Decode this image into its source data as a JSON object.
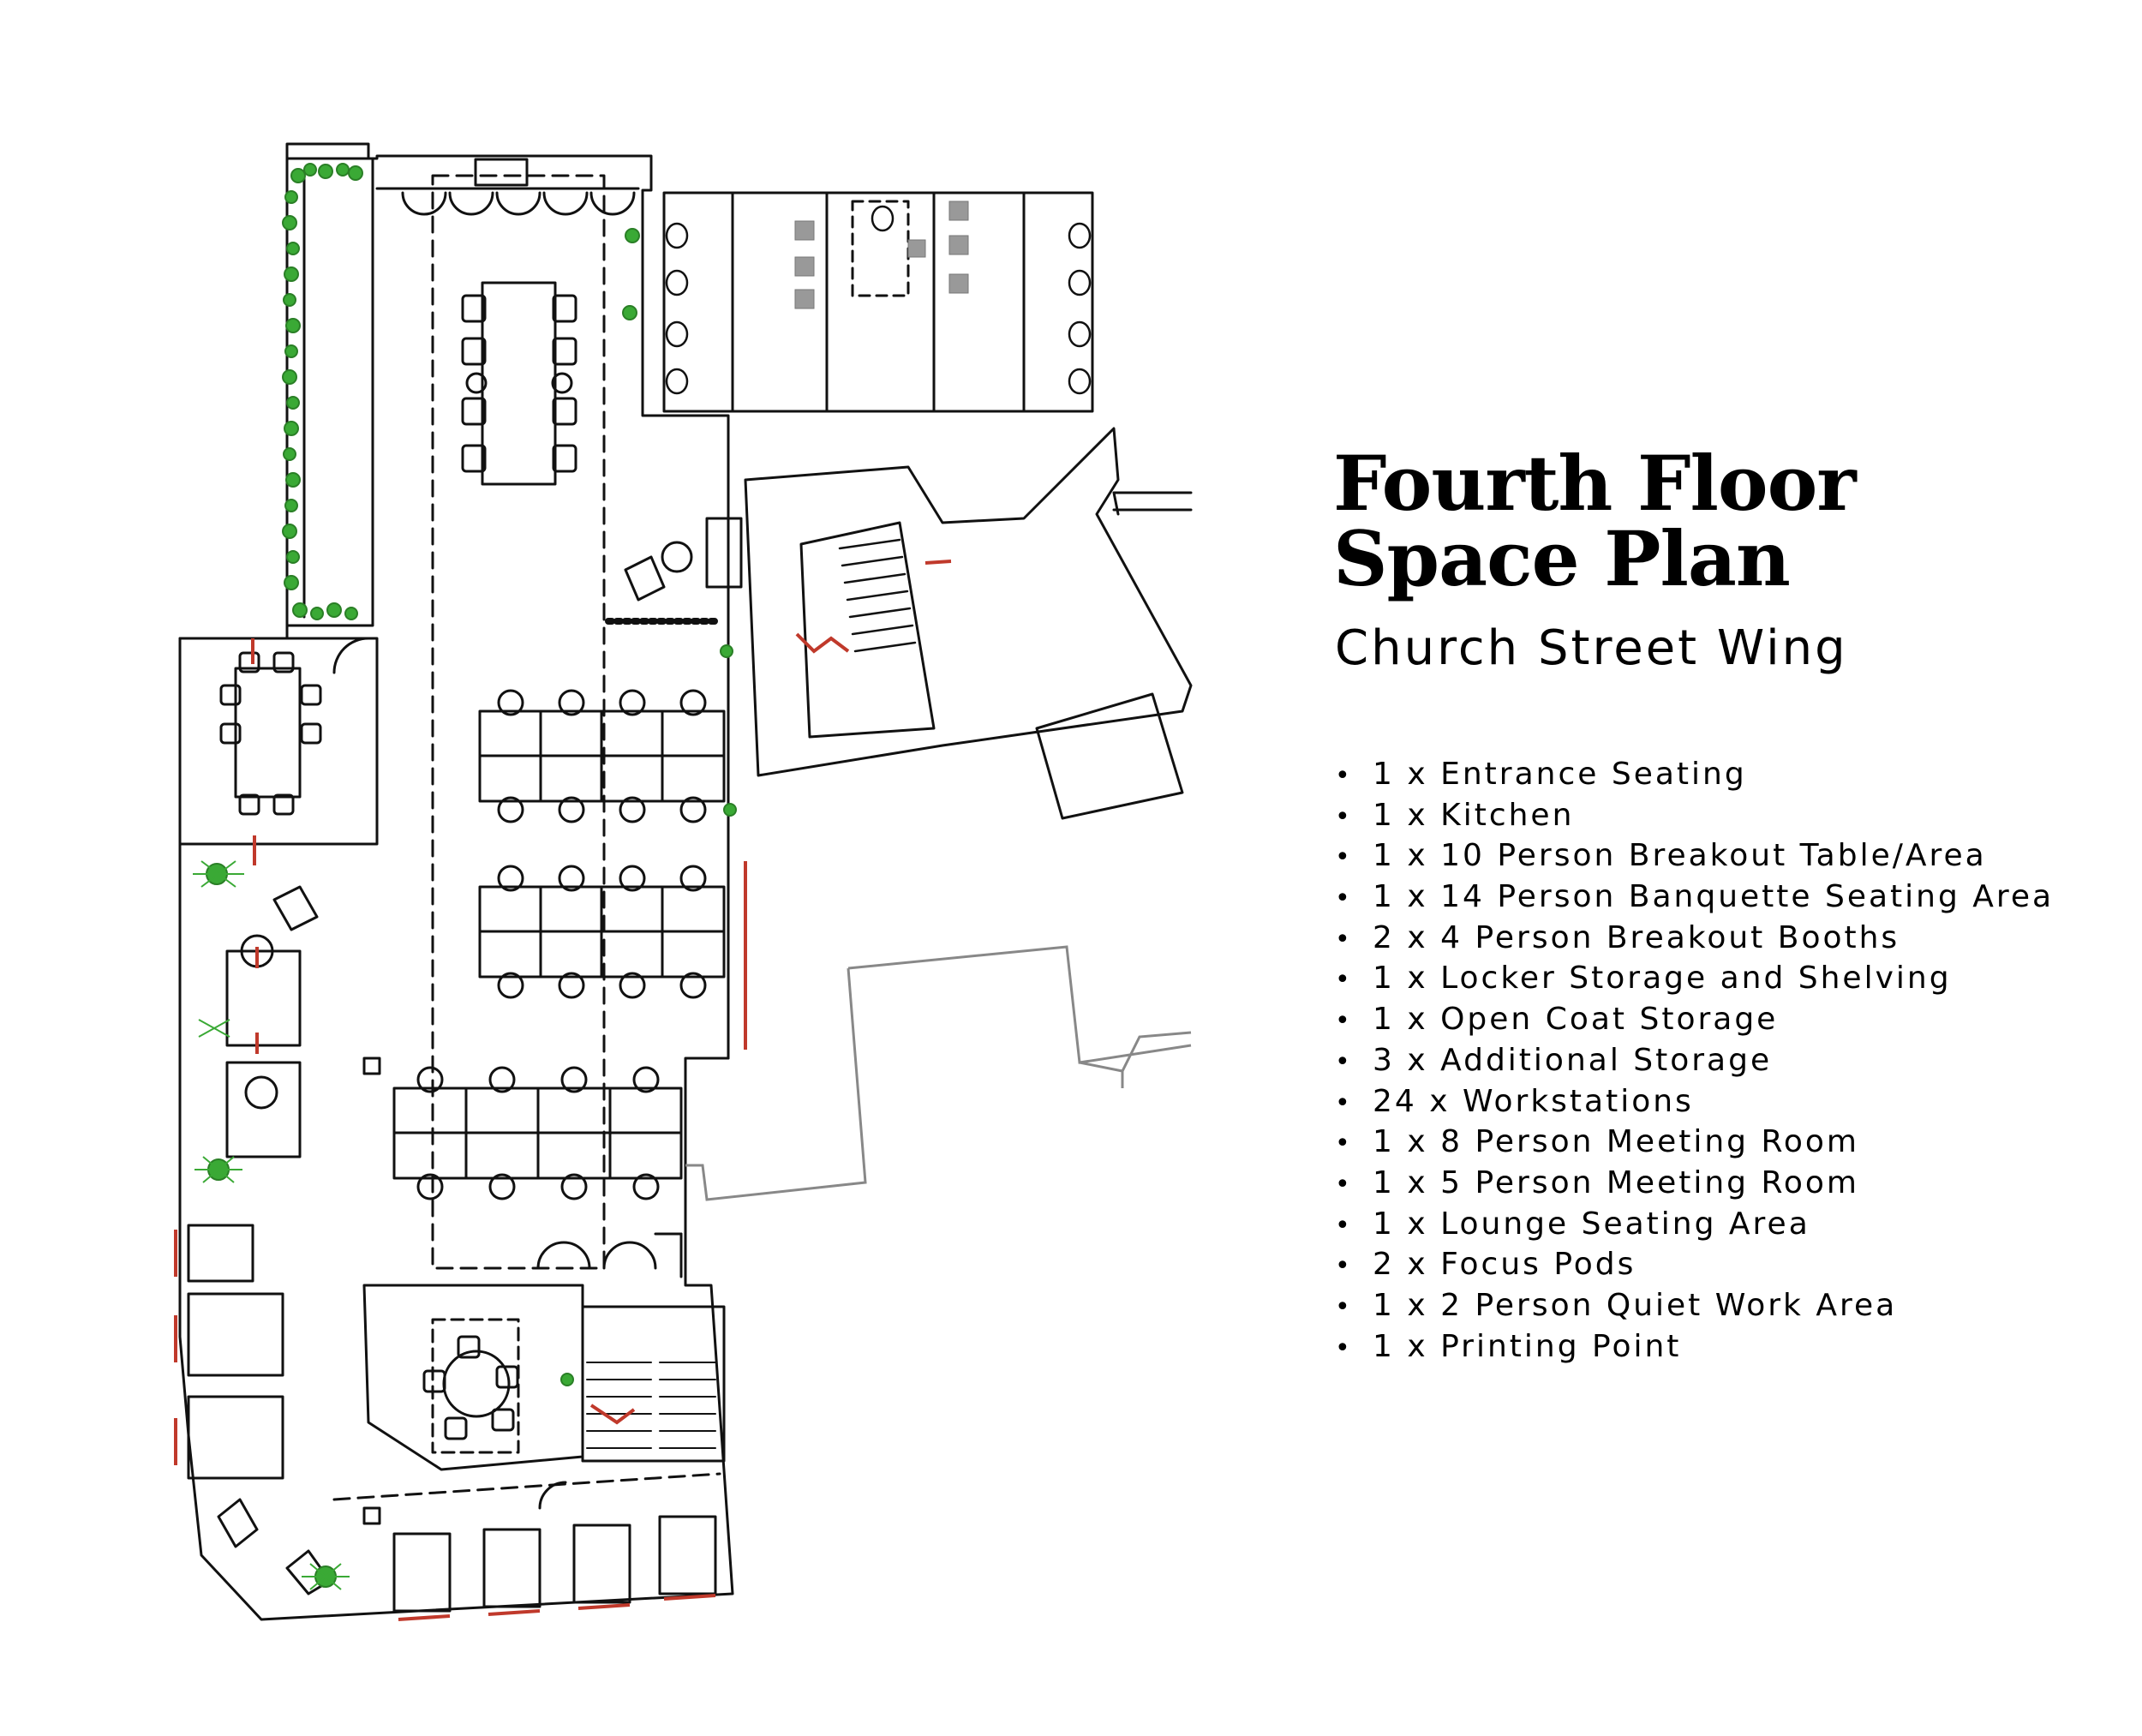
{
  "title_line1": "Fourth Floor",
  "title_line2": "Space Plan",
  "subtitle": "Church Street Wing",
  "bullet": "•",
  "features": [
    "1 x Entrance Seating",
    "1 x Kitchen",
    "1 x 10 Person Breakout Table/Area",
    "1 x 14 Person Banquette Seating Area",
    "2 x 4 Person Breakout Booths",
    "1 x Locker Storage and Shelving",
    "1 x Open Coat Storage",
    "3 x Additional Storage",
    "24 x Workstations",
    "1 x 8 Person Meeting Room",
    "1 x 5 Person Meeting Room",
    "1 x Lounge Seating Area",
    "2 x Focus Pods",
    "1 x 2 Person Quiet Work Area",
    "1 x Printing Point"
  ],
  "colors": {
    "walls": "#000000",
    "greenery": "#3aa935",
    "accent": "#c0392b",
    "grey": "#888888"
  }
}
